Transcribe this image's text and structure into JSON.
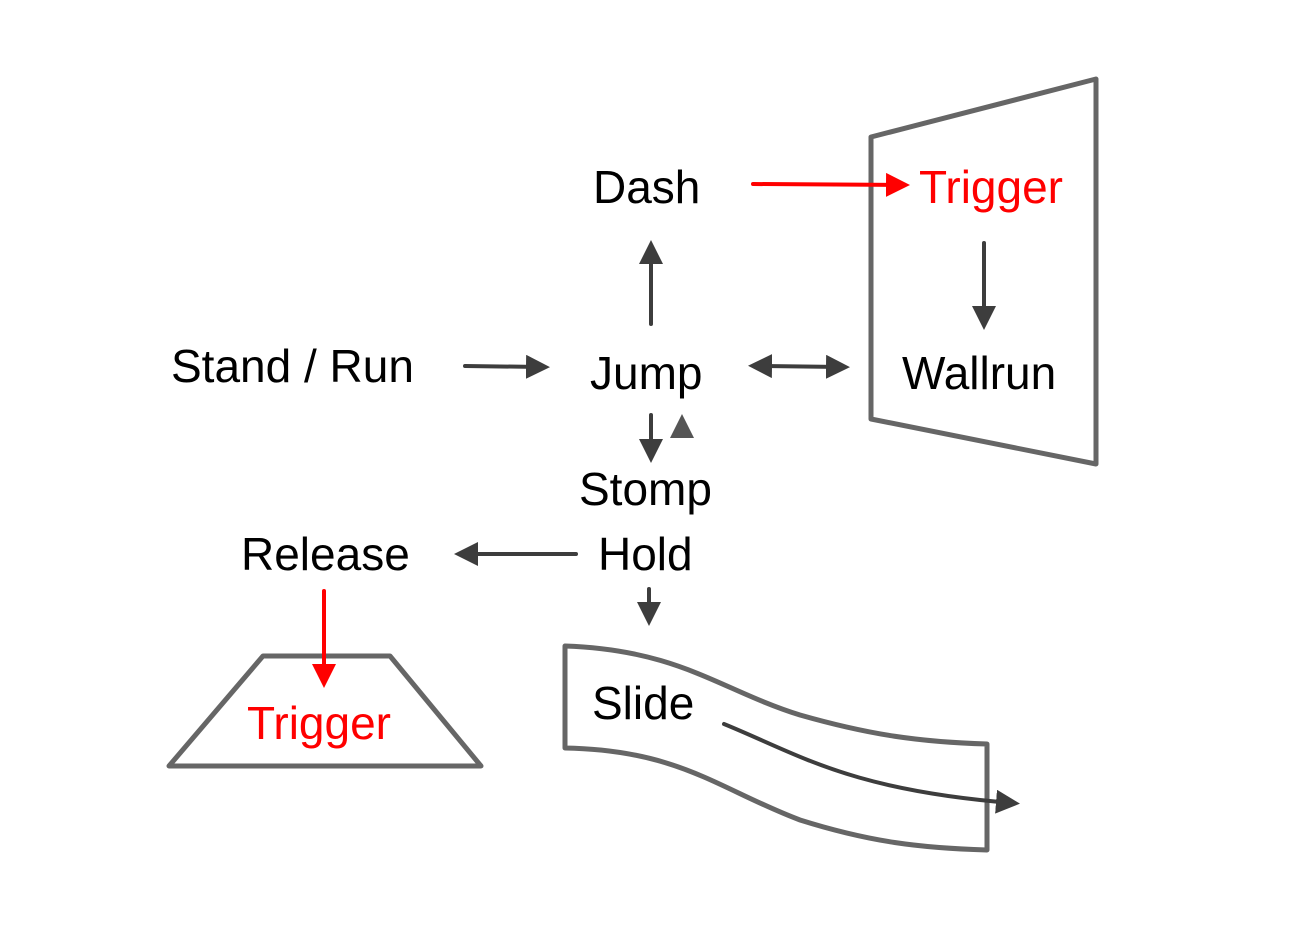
{
  "colors": {
    "trigger": "#ff0000",
    "arrow": "#3d3d3d",
    "shape_outline": "#666666",
    "text": "#000000"
  },
  "nodes": {
    "stand_run": "Stand / Run",
    "jump": "Jump",
    "dash": "Dash",
    "trigger_wall": "Trigger",
    "wallrun": "Wallrun",
    "stomp": "Stomp",
    "hold": "Hold",
    "release": "Release",
    "trigger_ground": "Trigger",
    "slide": "Slide"
  },
  "edges": [
    {
      "from": "Stand / Run",
      "to": "Jump",
      "type": "one-way"
    },
    {
      "from": "Jump",
      "to": "Dash",
      "type": "one-way"
    },
    {
      "from": "Dash",
      "to": "Trigger",
      "type": "one-way",
      "color": "red"
    },
    {
      "from": "Trigger",
      "to": "Wallrun",
      "type": "one-way"
    },
    {
      "from": "Jump",
      "to": "Wallrun",
      "type": "two-way"
    },
    {
      "from": "Jump",
      "to": "Stomp",
      "type": "one-way"
    },
    {
      "from": "Slide",
      "to": "Jump",
      "type": "one-way",
      "style": "gradient"
    },
    {
      "from": "Hold",
      "to": "Release",
      "type": "one-way"
    },
    {
      "from": "Hold",
      "to": "Slide",
      "type": "one-way"
    },
    {
      "from": "Release",
      "to": "Trigger",
      "type": "one-way",
      "color": "red"
    },
    {
      "from": "Slide",
      "to": "exit",
      "type": "one-way",
      "style": "curved"
    }
  ]
}
